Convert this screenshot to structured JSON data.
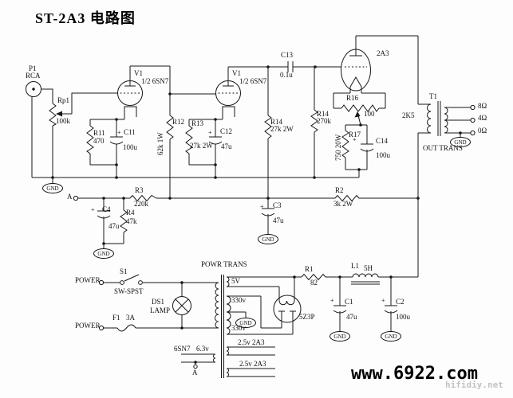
{
  "title": "ST-2A3 电路图",
  "shared": {
    "gnd": "GND",
    "plus": "+"
  },
  "input": {
    "p1": "P1",
    "p1_type": "RCA",
    "rp1": "Rp1",
    "rp1_val": "100k"
  },
  "v1a": {
    "ref": "V1",
    "half": "1/2 6SN7"
  },
  "v1b": {
    "ref": "V1",
    "half": "1/2 6SN7"
  },
  "stage1": {
    "r11": "R11",
    "r11_val": "470",
    "c11": "C11",
    "c11_val": "100u",
    "r12": "R12",
    "r12_val": "62k 1W"
  },
  "stage2": {
    "r13": "R13",
    "r13_val": "27k 2W",
    "c12": "C12",
    "c12_val": "47u",
    "r14a": "R14",
    "r14a_val": "27k 2W",
    "c13": "C13",
    "c13_val": "0.1u",
    "r14b": "R14",
    "r14b_val": "270k"
  },
  "power_tube": {
    "name": "2A3",
    "r16": "R16",
    "r16_val": "100",
    "r17": "R17",
    "r17_val": "750 20W",
    "c14": "C14",
    "c14_val": "100u"
  },
  "out_trans": {
    "ref": "T1",
    "primary": "2K5",
    "caption": "OUT TRANS",
    "tap8": "8Ω",
    "tap4": "4Ω",
    "tap0": "0Ω"
  },
  "bplus": {
    "a": "A",
    "r3": "R3",
    "r3_val": "220k",
    "c4": "C4",
    "c4_val": "47u",
    "r4": "R4",
    "r4_val": "47k",
    "c3": "C3",
    "c3_val": "47u",
    "r2": "R2",
    "r2_val": "3k 2W"
  },
  "psu": {
    "power_l1": "POWER",
    "power_l2": "POWER",
    "s1": "S1",
    "s1_type": "SW-SPST",
    "ds1": "DS1",
    "ds1_type": "LAMP",
    "f1": "F1",
    "f1_val": "3A",
    "trans": "POWR TRANS",
    "w_5v": "5V",
    "w_330_top": "330v",
    "w_330_bot": "330v",
    "w_25_1": "2.5v 2A3",
    "w_25_2": "2.5v 2A3",
    "w_63_tube": "6SN7",
    "w_63_val": "6.3v",
    "a_tap": "A",
    "rectifier": "5Z3P",
    "r1": "R1",
    "r1_val": "82",
    "l1": "L1",
    "l1_val": "5H",
    "c1": "C1",
    "c1_val": "47u",
    "c2": "C2",
    "c2_val": "100u"
  },
  "watermark": {
    "main": "www.6922.com",
    "sub": "hifidiy.net"
  }
}
